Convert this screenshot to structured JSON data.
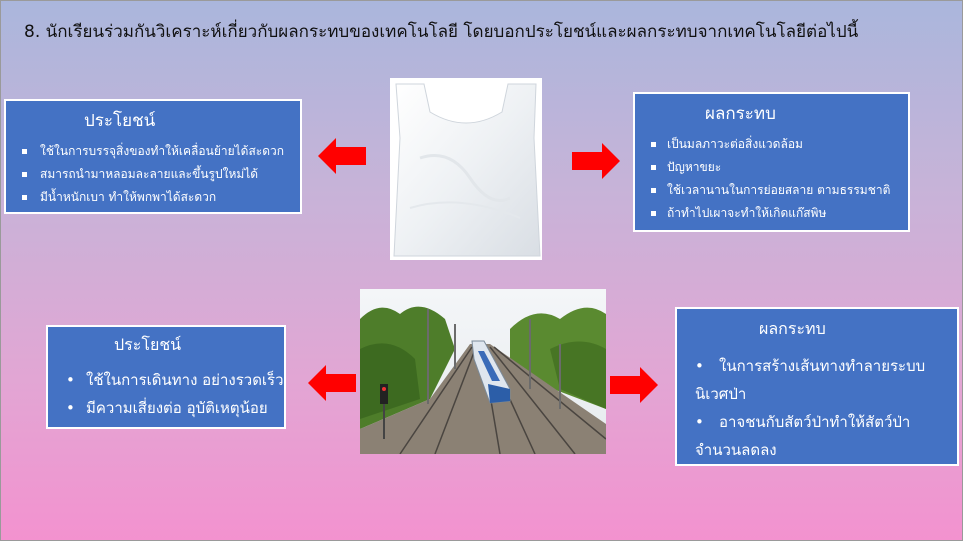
{
  "title": "8. นักเรียนร่วมกันวิเคราะห์เกี่ยวกับผลกระทบของเทคโนโลยี โดยบอกประโยชน์และผลกระทบจากเทคโนโลยีต่อไปนี้",
  "plastic_bag": {
    "benefits": {
      "heading": "ประโยชน์",
      "items": [
        "ใช้ในการบรรจุสิ่งของทำให้เคลื่อนย้ายได้สะดวก",
        "สมารถนำมาหลอมละลายและขึ้นรูปใหม่ได้",
        "มีน้ำหนักเบา  ทำให้พกพาได้สะดวก"
      ]
    },
    "impacts": {
      "heading": "ผลกระทบ",
      "items": [
        "เป็นมลภาวะต่อสิ่งแวดล้อม",
        "ปัญหาขยะ",
        "ใช้เวลานานในการย่อยสลาย ตามธรรมชาติ",
        "ถ้าทำไปเผาจะทำให้เกิดแก๊สพิษ"
      ]
    }
  },
  "train": {
    "benefits": {
      "heading": "ประโยชน์",
      "items": [
        "ใช้ในการเดินทาง อย่างรวดเร็ว",
        "มีความเสี่ยงต่อ อุบัติเหตุน้อย"
      ]
    },
    "impacts": {
      "heading": "ผลกระทบ",
      "items": [
        "ในการสร้างเส้นทางทำลายระบบนิเวศป่า",
        "อาจชนกับสัตว์ป่าทำให้สัตว์ป่าจำนวนลดลง"
      ]
    }
  },
  "colors": {
    "box_fill": "#4472c4",
    "arrow": "#ff0000"
  }
}
